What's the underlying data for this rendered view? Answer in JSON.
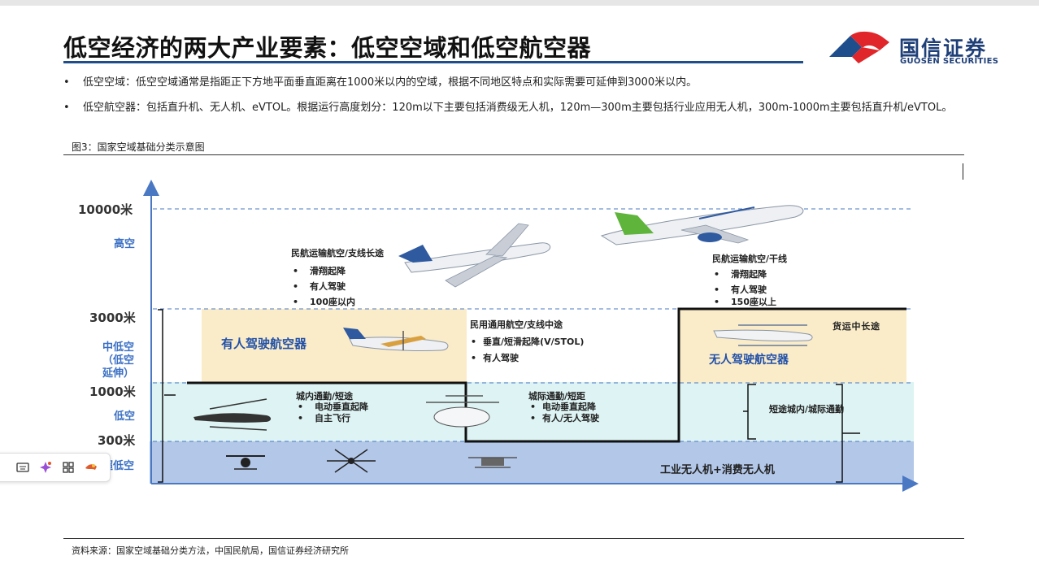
{
  "page": {
    "title": "低空经济的两大产业要素：低空空域和低空航空器",
    "logo": {
      "name": "国信证券",
      "sub": "GUOSEN SECURITIES",
      "colors": {
        "red": "#e0262b",
        "blue": "#1f4e8c"
      }
    },
    "bullets": [
      {
        "marker": "•",
        "text": "低空空域：低空空域通常是指距正下方地平面垂直距离在1000米以内的空域，根据不同地区特点和实际需要可延伸到3000米以内。"
      },
      {
        "marker": "•",
        "text": "低空航空器：包括直升机、无人机、eVTOL。根据运行高度划分：120m以下主要包括消费级无人机，120m—300m主要包括行业应用无人机，300m-1000m主要包括直升机/eVTOL。"
      }
    ],
    "figure_label": "图3：国家空域基础分类示意图",
    "source": "资料来源：国家空域基础分类方法，中国民航局，国信证券经济研究所"
  },
  "diagram": {
    "altitudes": [
      "10000米",
      "3000米",
      "1000米",
      "300米"
    ],
    "zones": {
      "high": "高空",
      "mid_low_1": "中低空",
      "mid_low_2": "（低空",
      "mid_low_3": "延伸）",
      "low": "低空",
      "ultra_low": "超低空"
    },
    "regional": {
      "title": "民航运输航空/支线长途",
      "items": [
        "滑翔起降",
        "有人驾驶",
        "100座以内"
      ]
    },
    "trunk": {
      "title": "民航运输航空/干线",
      "items": [
        "滑翔起降",
        "有人驾驶",
        "150座以上"
      ]
    },
    "general": {
      "title": "民用通用航空/支线中途",
      "items": [
        "垂直/短滑起降(V/STOL)",
        "有人驾驶"
      ]
    },
    "manned_label": "有人驾驶航空器",
    "unmanned_label": "无人驾驶航空器",
    "cargo": "货运中长途",
    "city": {
      "title": "城内通勤/短途",
      "items": [
        "电动垂直起降",
        "自主飞行"
      ]
    },
    "intercity": {
      "title": "城际通勤/短距",
      "items": [
        "电动垂直起降",
        "有人/无人驾驶"
      ]
    },
    "short_haul": "短途城内/城际通勤",
    "drones": "工业无人机+消费无人机",
    "colors": {
      "manned_bg": "#fbecc9",
      "unmanned_bg": "#fbecc9",
      "low_bg": "#def3f3",
      "ultra_low_bg": "#b3c7e8",
      "axis": "#4a78c2",
      "zone_text": "#3a6fc4",
      "manned_text": "#2050a8"
    }
  },
  "toolbar": {
    "icons": [
      "keyboard-icon",
      "sparkle-icon",
      "grid-icon",
      "translate-icon"
    ]
  }
}
